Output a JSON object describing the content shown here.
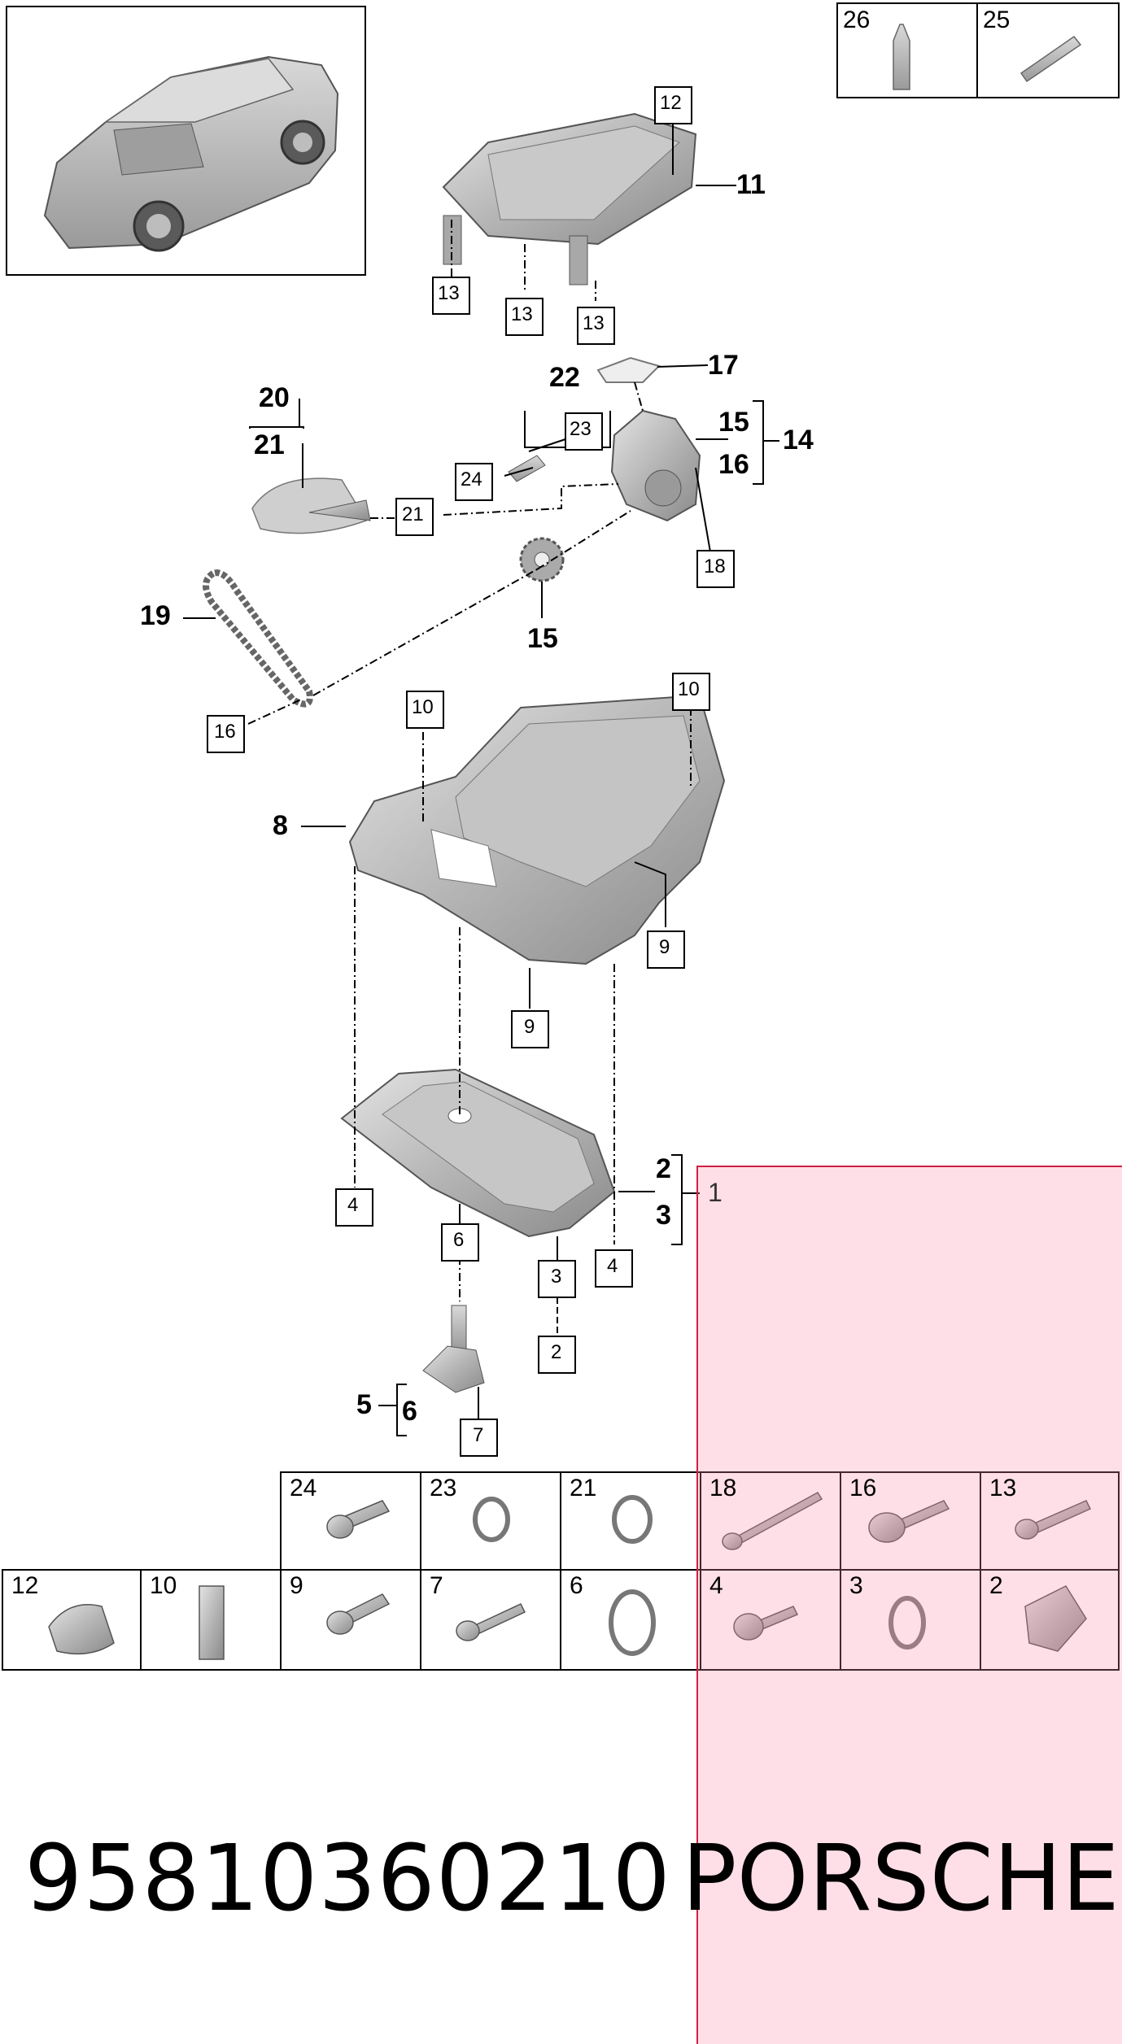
{
  "part_number": "95810360210",
  "brand": "PORSCHE",
  "colors": {
    "highlight": "#d02040",
    "highlight_fill": "#ffdde5",
    "line": "#000000",
    "part": "#b8b8b8"
  },
  "callouts": {
    "c1": "1",
    "c2": "2",
    "c2b": "2",
    "c3": "3",
    "c3b": "3",
    "c4a": "4",
    "c4b": "4",
    "c5": "5",
    "c6": "6",
    "c6b": "6",
    "c7": "7",
    "c8": "8",
    "c9a": "9",
    "c9b": "9",
    "c10a": "10",
    "c10b": "10",
    "c11": "11",
    "c12": "12",
    "c13a": "13",
    "c13b": "13",
    "c13c": "13",
    "c14": "14",
    "c15a": "15",
    "c15b": "15",
    "c16a": "16",
    "c16b": "16",
    "c17": "17",
    "c18": "18",
    "c19": "19",
    "c20": "20",
    "c21a": "21",
    "c21b": "21",
    "c22": "22",
    "c23": "23",
    "c24": "24"
  },
  "consumables": [
    "26",
    "25"
  ],
  "parts_grid_row1": [
    "24",
    "23",
    "21",
    "18",
    "16",
    "13"
  ],
  "parts_grid_row2": [
    "12",
    "10",
    "9",
    "7",
    "6",
    "4",
    "3",
    "2"
  ]
}
